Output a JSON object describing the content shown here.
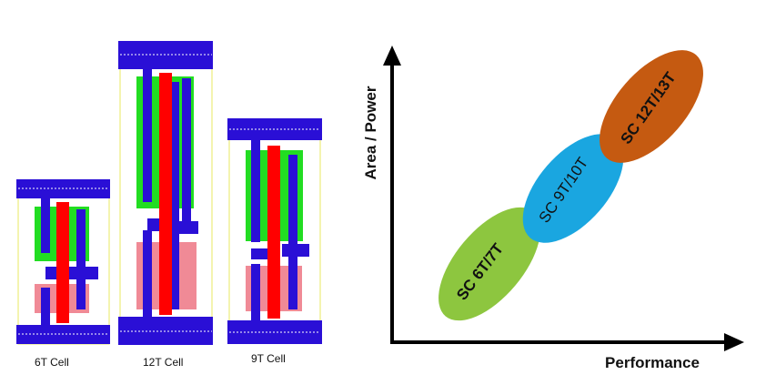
{
  "cells": [
    {
      "label": "6T  Cell"
    },
    {
      "label": "12T Cell"
    },
    {
      "label": "9T  Cell"
    }
  ],
  "axes": {
    "y_label": "Area / Power",
    "x_label": "Performance"
  },
  "regions": [
    {
      "label": "SC 6T/7T",
      "color": "#8dc63f"
    },
    {
      "label": "SC 9T/10T",
      "color": "#1aa6e0"
    },
    {
      "label": "SC 12T/13T",
      "color": "#c55a11"
    }
  ],
  "colors": {
    "rail": "#2a0fd6",
    "gate": "#ff0000",
    "active_p": "#22dd22",
    "active_n": "#f08a96",
    "outline": "#e8e860"
  }
}
